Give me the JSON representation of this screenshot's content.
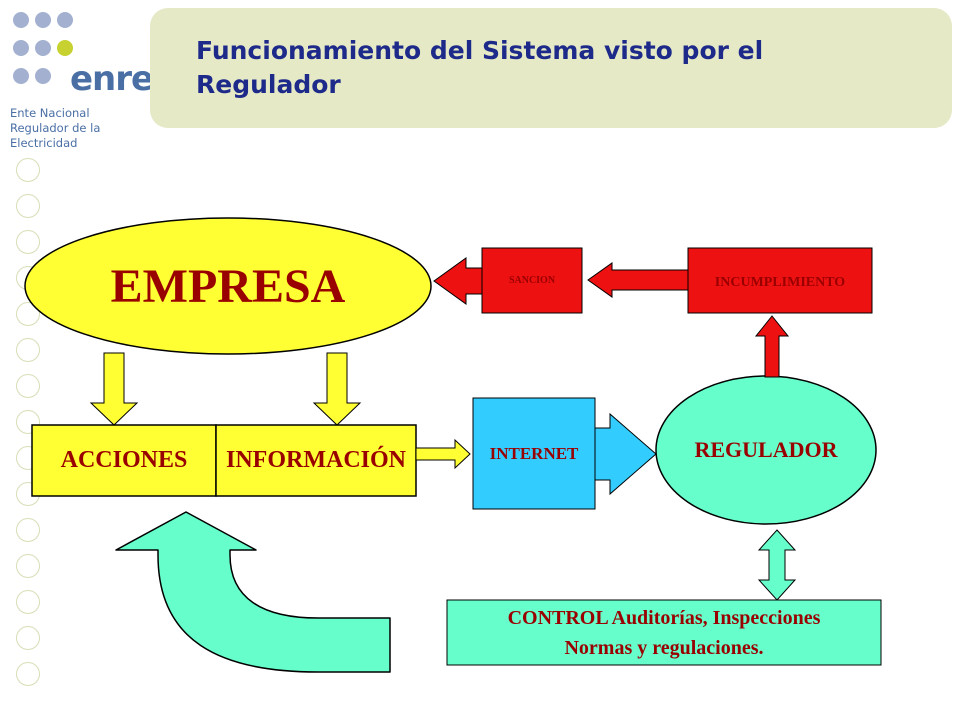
{
  "logo": {
    "wordmark": "enre",
    "subtitle": "Ente Nacional Regulador de la Electricidad",
    "dot_color": "#a4b0d0",
    "accent_dot_color": "#c7d12f"
  },
  "header": {
    "title": "Funcionamiento del Sistema  visto por el Regulador",
    "panel_color": "#e5e9c6"
  },
  "nodes": {
    "empresa": "EMPRESA",
    "acciones": "ACCIONES",
    "informacion": "INFORMACIÓN",
    "internet": "INTERNET",
    "regulador": "REGULADOR",
    "sancion": "SANCION",
    "incumplimiento": "INCUMPLIMIENTO",
    "control_line1": "CONTROL Auditorías, Inspecciones",
    "control_line2": "Normas y regulaciones."
  },
  "colors": {
    "yellow": "#ffff33",
    "red": "#ee1111",
    "blue": "#33ccff",
    "teal": "#66ffcc",
    "dark_red": "#990000",
    "navy": "#1d2a8a"
  }
}
